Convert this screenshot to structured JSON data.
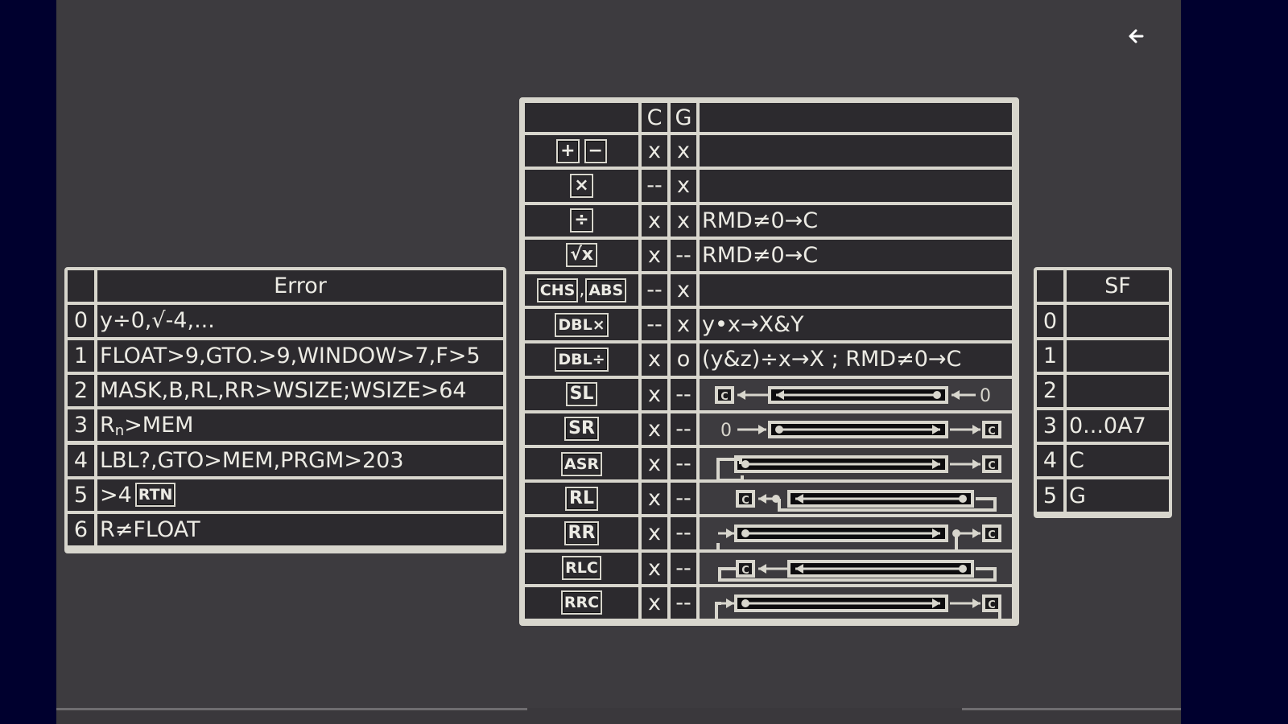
{
  "nav": {
    "back_icon": "arrow-left-icon",
    "back_glyph": "🡐"
  },
  "ops_table": {
    "headers": {
      "key": "",
      "c": "C",
      "g": "G",
      "desc": ""
    },
    "rows": [
      {
        "keys": [
          "+",
          "−"
        ],
        "key_icons": [
          "plus-key-icon",
          "minus-key-icon"
        ],
        "c": "x",
        "g": "x",
        "desc": ""
      },
      {
        "keys": [
          "×"
        ],
        "key_icons": [
          "multiply-key-icon"
        ],
        "c": "--",
        "g": "x",
        "desc": ""
      },
      {
        "keys": [
          "÷"
        ],
        "key_icons": [
          "divide-key-icon"
        ],
        "c": "x",
        "g": "x",
        "desc": "RMD≠0→C"
      },
      {
        "keys": [
          "√x"
        ],
        "key_icons": [
          "sqrt-key-icon"
        ],
        "c": "x",
        "g": "--",
        "desc": "RMD≠0→C"
      },
      {
        "keys": [
          "CHS",
          "ABS"
        ],
        "key_icons": [
          "chs-key-icon",
          "abs-key-icon"
        ],
        "separator": ",",
        "c": "--",
        "g": "x",
        "desc": ""
      },
      {
        "keys": [
          "DBL×"
        ],
        "key_icons": [
          "dbl-multiply-key-icon"
        ],
        "c": "--",
        "g": "x",
        "desc": "y•x→X&Y"
      },
      {
        "keys": [
          "DBL÷"
        ],
        "key_icons": [
          "dbl-divide-key-icon"
        ],
        "c": "x",
        "g": "o",
        "desc": "(y&z)÷x→X ;  RMD≠0→C"
      },
      {
        "keys": [
          "SL"
        ],
        "key_icons": [
          "sl-key-icon"
        ],
        "c": "x",
        "g": "--",
        "diagram": "shift-left",
        "diagram_label": "0"
      },
      {
        "keys": [
          "SR"
        ],
        "key_icons": [
          "sr-key-icon"
        ],
        "c": "x",
        "g": "--",
        "diagram": "shift-right",
        "diagram_label": "0"
      },
      {
        "keys": [
          "ASR"
        ],
        "key_icons": [
          "asr-key-icon"
        ],
        "c": "x",
        "g": "--",
        "diagram": "arith-shift-right"
      },
      {
        "keys": [
          "RL"
        ],
        "key_icons": [
          "rl-key-icon"
        ],
        "c": "x",
        "g": "--",
        "diagram": "rotate-left"
      },
      {
        "keys": [
          "RR"
        ],
        "key_icons": [
          "rr-key-icon"
        ],
        "c": "x",
        "g": "--",
        "diagram": "rotate-right"
      },
      {
        "keys": [
          "RLC"
        ],
        "key_icons": [
          "rlc-key-icon"
        ],
        "c": "x",
        "g": "--",
        "diagram": "rotate-left-carry"
      },
      {
        "keys": [
          "RRC"
        ],
        "key_icons": [
          "rrc-key-icon"
        ],
        "c": "x",
        "g": "--",
        "diagram": "rotate-right-carry"
      }
    ],
    "carry_label": "C"
  },
  "error_table": {
    "header": "Error",
    "rows": [
      {
        "num": "0",
        "text": "y÷0,√-4,..."
      },
      {
        "num": "1",
        "text": "FLOAT>9,GTO.>9,WINDOW>7,F>5"
      },
      {
        "num": "2",
        "text": "MASK,B,RL,RR>WSIZE;WSIZE>64"
      },
      {
        "num": "3",
        "text": "R",
        "sub": "n",
        "text_after": ">MEM"
      },
      {
        "num": "4",
        "text": "LBL?,GTO>MEM,PRGM>203"
      },
      {
        "num": "5",
        "text": ">4",
        "key": "RTN"
      },
      {
        "num": "6",
        "text": "R≠FLOAT"
      }
    ]
  },
  "sf_table": {
    "header": "SF",
    "rows": [
      {
        "num": "0",
        "text": ""
      },
      {
        "num": "1",
        "text": ""
      },
      {
        "num": "2",
        "text": ""
      },
      {
        "num": "3",
        "text": "0...0A7"
      },
      {
        "num": "4",
        "text": "C"
      },
      {
        "num": "5",
        "text": "G"
      }
    ]
  },
  "colors": {
    "panel": "#3d3b3f",
    "frame": "#d8d6cd",
    "cell": "#2c2a2e",
    "side": "#00002e"
  }
}
